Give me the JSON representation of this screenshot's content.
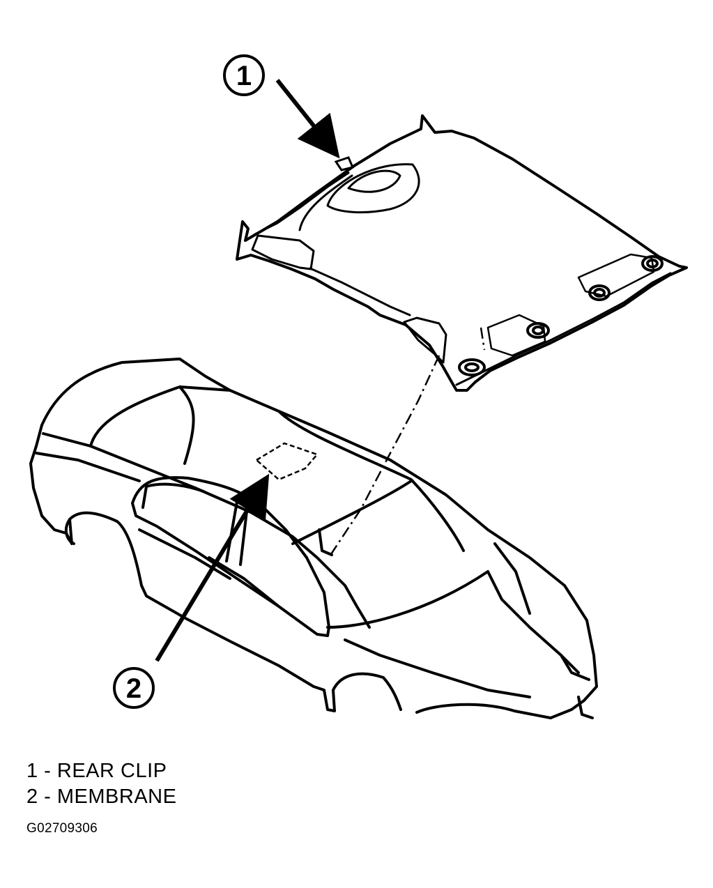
{
  "callouts": [
    {
      "number": "1"
    },
    {
      "number": "2"
    }
  ],
  "legend": [
    {
      "text": "1 - REAR CLIP"
    },
    {
      "text": "2 - MEMBRANE"
    }
  ],
  "figure_id": "G02709306"
}
